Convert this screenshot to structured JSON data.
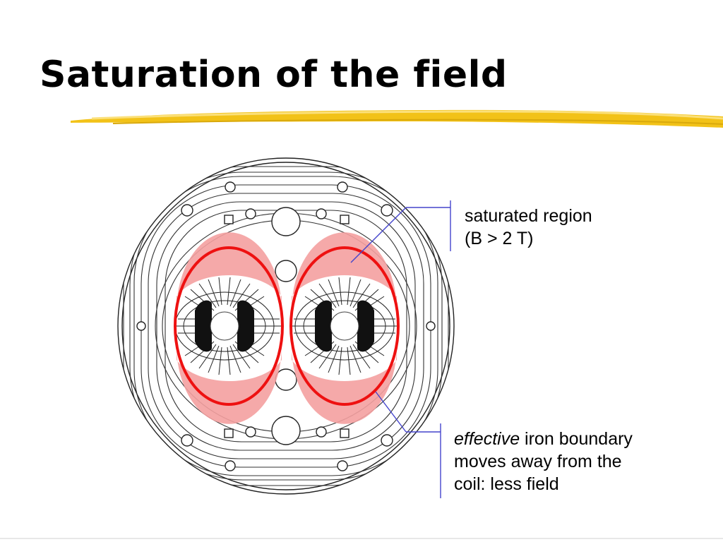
{
  "slide": {
    "title": "Saturation of the field"
  },
  "annotations": {
    "saturated": {
      "line1": "saturated region",
      "line2": "(B > 2 T)"
    },
    "effective": {
      "italic_word": "effective",
      "line1_rest": " iron boundary",
      "line2": "moves away from the",
      "line3": "coil: less field"
    }
  },
  "colors": {
    "saturation_outline": "#ee1111",
    "saturation_fill": "#f4a0a0",
    "callout_line": "#4444cc",
    "underline": "#f2c218",
    "field_lines": "#333333"
  }
}
